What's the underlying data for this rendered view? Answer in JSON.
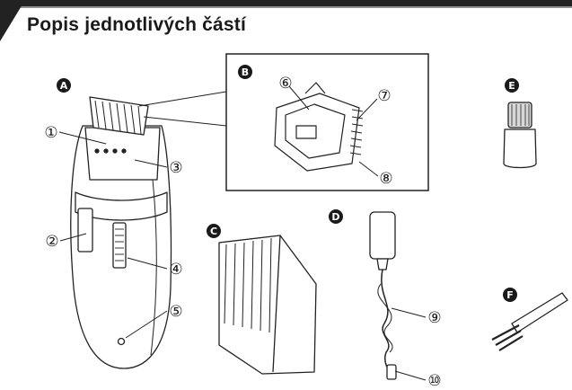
{
  "header": {
    "title": "Popis jednotlivých částí"
  },
  "part_letters": [
    "A",
    "B",
    "C",
    "D",
    "E",
    "F"
  ],
  "callouts": [
    "①",
    "②",
    "③",
    "④",
    "⑤",
    "⑥",
    "⑦",
    "⑧",
    "⑨",
    "⑩"
  ],
  "colors": {
    "ink": "#1a1a1a",
    "header_band": "#222222"
  }
}
